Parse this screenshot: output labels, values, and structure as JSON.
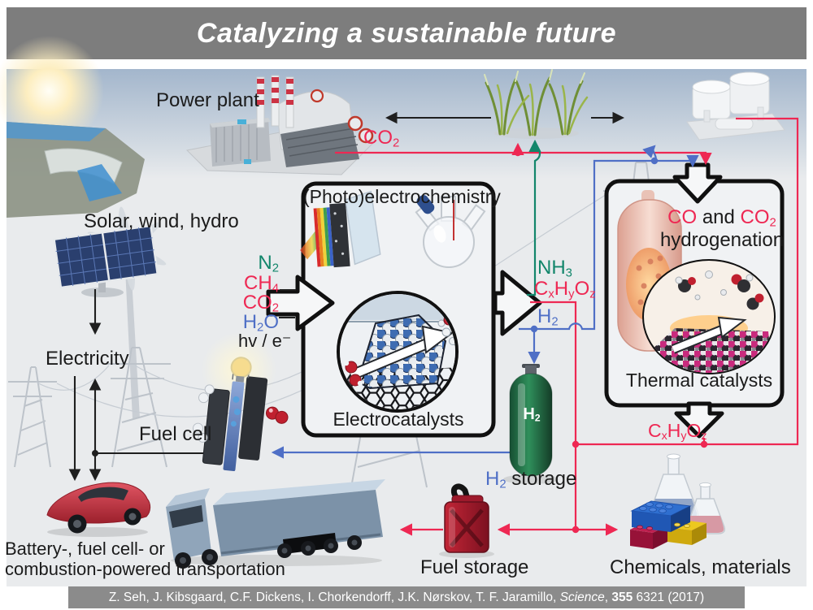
{
  "banner": {
    "title": "Catalyzing a sustainable future"
  },
  "nodes": {
    "power_plant": "Power plant",
    "solar_wind_hydro": "Solar, wind, hydro",
    "electricity": "Electricity",
    "fuel_cell": "Fuel cell",
    "transportation_line1": "Battery-, fuel cell- or",
    "transportation_line2": "combustion-powered transportation",
    "fuel_storage": "Fuel storage",
    "chemicals_materials": "Chemicals, materials",
    "h2_storage_formula": "H~2~",
    "h2_storage_word": " storage",
    "h2_cylinder_label": "H~2~"
  },
  "flows": {
    "co2_from_power_plant": "CO~2~"
  },
  "middle_box": {
    "title": "(Photo)electrochemistry",
    "caption": "Electrocatalysts",
    "inputs": {
      "n2": "N~2~",
      "ch4": "CH~4~",
      "co2": "CO~2~",
      "h2o": "H~2~O",
      "energy": "hv / e⁻"
    },
    "outputs": {
      "nh3": "NH~3~",
      "cxhyoz": "C~x~H~y~O~z~",
      "h2": "H~2~"
    }
  },
  "right_box": {
    "title_co": "CO",
    "title_and": " and ",
    "title_co2": "CO~2~",
    "title_line2": "hydrogenation",
    "caption": "Thermal catalysts",
    "output": "C~x~H~y~O~z~"
  },
  "citation": {
    "prefix": "Z. Seh, J. Kibsgaard, C.F. Dickens, I. Chorkendorff, J.K. Nørskov, T. F. Jaramillo, ",
    "journal": "Science",
    "mid": ", ",
    "volume": "355",
    "suffix": " 6321 (2017)"
  },
  "colors": {
    "red": "#ee2853",
    "green": "#12866b",
    "blue": "#4f6fc6",
    "ink": "#1b1b1b",
    "banner_gray": "#7d7d7d",
    "citation_gray": "#8b8b8b"
  },
  "illustrations": [
    "sun",
    "hydro-dam",
    "wind-turbine",
    "solar-panel",
    "transmission-towers",
    "power-plant",
    "crops",
    "refinery",
    "photoelectrode",
    "round-bottom-flask",
    "electrocatalyst-inset",
    "reactor-vessel",
    "thermal-catalyst-inset",
    "fuel-cell-stack",
    "hydrogen-cylinder",
    "car",
    "truck",
    "jerry-can",
    "chemical-flasks",
    "lego-bricks"
  ]
}
